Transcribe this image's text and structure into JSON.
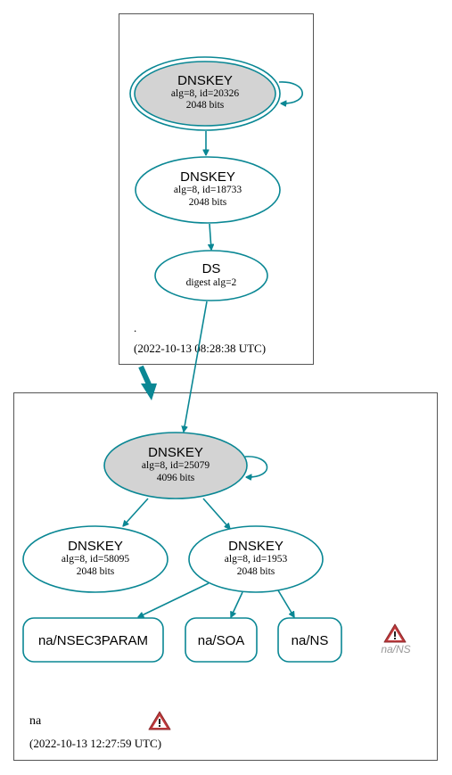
{
  "colors": {
    "edge": "#0a8794",
    "node_fill_secure_entry": "#d3d3d3",
    "warning": "#c0393b"
  },
  "root_zone": {
    "name": ".",
    "timestamp": "(2022-10-13 08:28:38 UTC)",
    "ksk": {
      "title": "DNSKEY",
      "line1": "alg=8, id=20326",
      "line2": "2048 bits"
    },
    "zsk": {
      "title": "DNSKEY",
      "line1": "alg=8, id=18733",
      "line2": "2048 bits"
    },
    "ds": {
      "title": "DS",
      "line1": "digest alg=2"
    }
  },
  "na_zone": {
    "name": "na",
    "timestamp": "(2022-10-13 12:27:59 UTC)",
    "ksk": {
      "title": "DNSKEY",
      "line1": "alg=8, id=25079",
      "line2": "4096 bits"
    },
    "key_58095": {
      "title": "DNSKEY",
      "line1": "alg=8, id=58095",
      "line2": "2048 bits"
    },
    "key_1953": {
      "title": "DNSKEY",
      "line1": "alg=8, id=1953",
      "line2": "2048 bits"
    },
    "rrsets": {
      "nsec3param": "na/NSEC3PARAM",
      "soa": "na/SOA",
      "ns": "na/NS"
    },
    "warning_label": "na/NS",
    "warning_icon": "warning-triangle-icon"
  }
}
